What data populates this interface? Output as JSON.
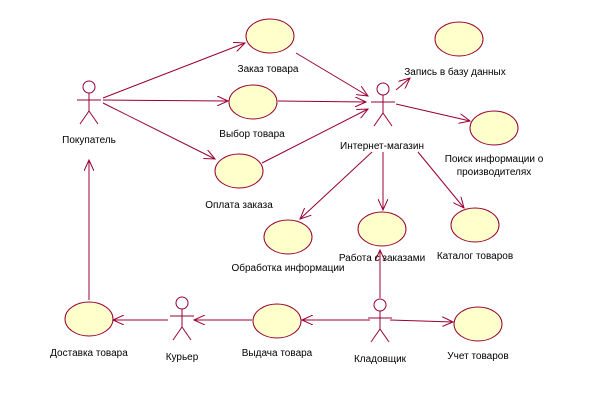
{
  "colors": {
    "line": "#990033",
    "usecase_fill": "#FFFFCC",
    "usecase_stroke": "#990033",
    "actor_stroke": "#990033",
    "background": "#FFFFFF",
    "text": "#000000"
  },
  "actors": {
    "buyer": "Покупатель",
    "shop": "Интернет-магазин",
    "courier": "Курьер",
    "storekeeper": "Кладовщик"
  },
  "use_cases": {
    "order": "Заказ товара",
    "choose": "Выбор товара",
    "pay": "Оплата заказа",
    "db_record": "Запись в базу данных",
    "search_info_1": "Поиск информации о",
    "search_info_2": "производителях",
    "process_info": "Обработка информации",
    "orders_work": "Работа с заказами",
    "catalog": "Каталог товаров",
    "delivery": "Доставка товара",
    "issue": "Выдача товара",
    "accounting": "Учет товаров"
  }
}
